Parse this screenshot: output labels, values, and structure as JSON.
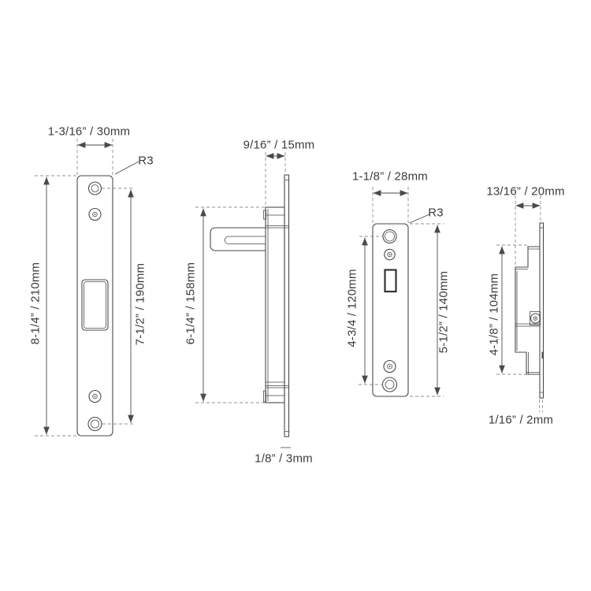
{
  "colors": {
    "line": "#4a4a4a",
    "dashed": "#8f8f8f",
    "text": "#3b3b3b",
    "background": "#ffffff"
  },
  "views": {
    "front_large": {
      "width": "1-3/16” / 30mm",
      "height": "8-1/4” / 210mm",
      "hole_span": "7-1/2” / 190mm",
      "corner_radius": "R3"
    },
    "side_large": {
      "depth": "9/16” / 15mm",
      "height": "6-1/4” / 158mm",
      "plate_thickness": "1/8” / 3mm"
    },
    "front_small": {
      "width": "1-1/8” / 28mm",
      "hole_span": "4-3/4 / 120mm",
      "height": "5-1/2” / 140mm",
      "corner_radius": "R3"
    },
    "side_small": {
      "depth": "13/16” / 20mm",
      "height": "4-1/8” / 104mm",
      "plate_thickness": "1/16” / 2mm"
    }
  }
}
